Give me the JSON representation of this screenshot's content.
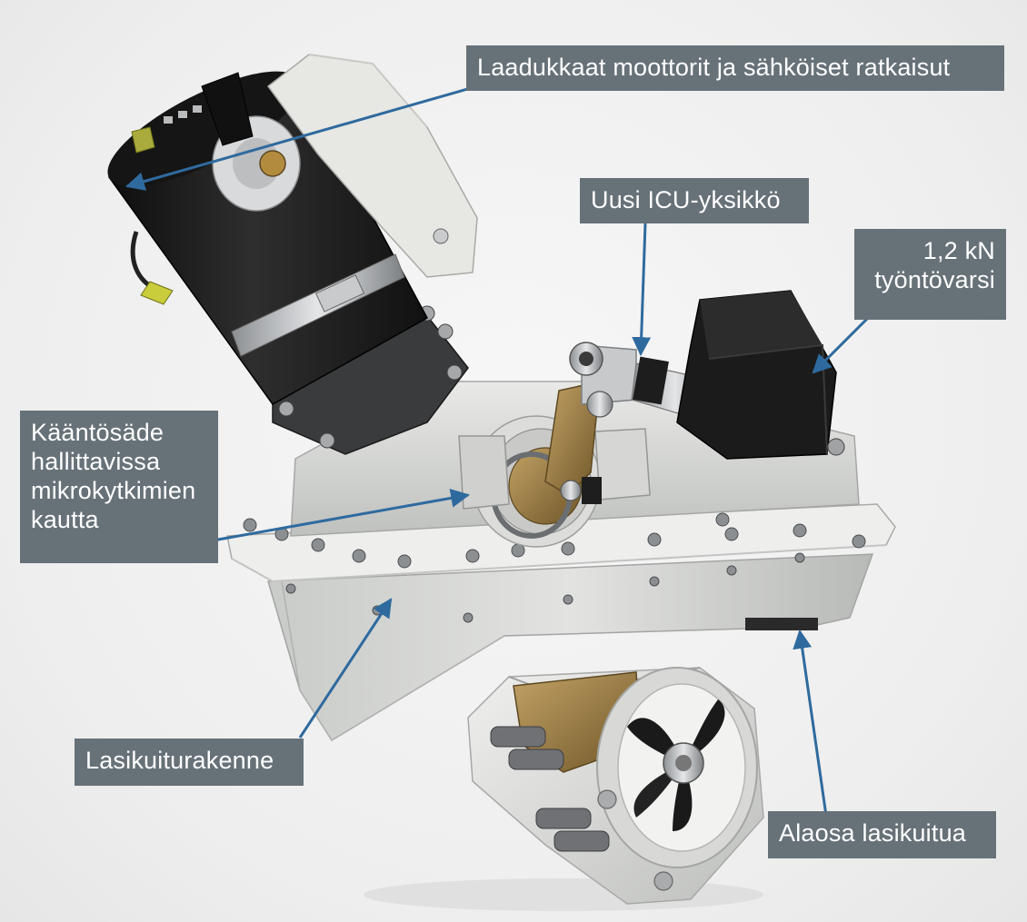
{
  "callouts": {
    "motors": "Laadukkaat moottorit ja sähköiset ratkaisut",
    "icu": "Uusi ICU-yksikkö",
    "thrust": "1,2 kN\ntyöntövarsi",
    "turn": "Kääntösäde\nhallittavissa\nmikrokytkimien\nkautta",
    "glass": "Lasikuiturakenne",
    "lower": "Alaosa lasikuitua"
  },
  "colors": {
    "label_background": "#677178",
    "label_text": "#ffffff",
    "arrow": "#2f6a9e",
    "motor_body": "#1c1c1c",
    "housing": "#d9dad8",
    "bronze": "#9a7d45"
  }
}
